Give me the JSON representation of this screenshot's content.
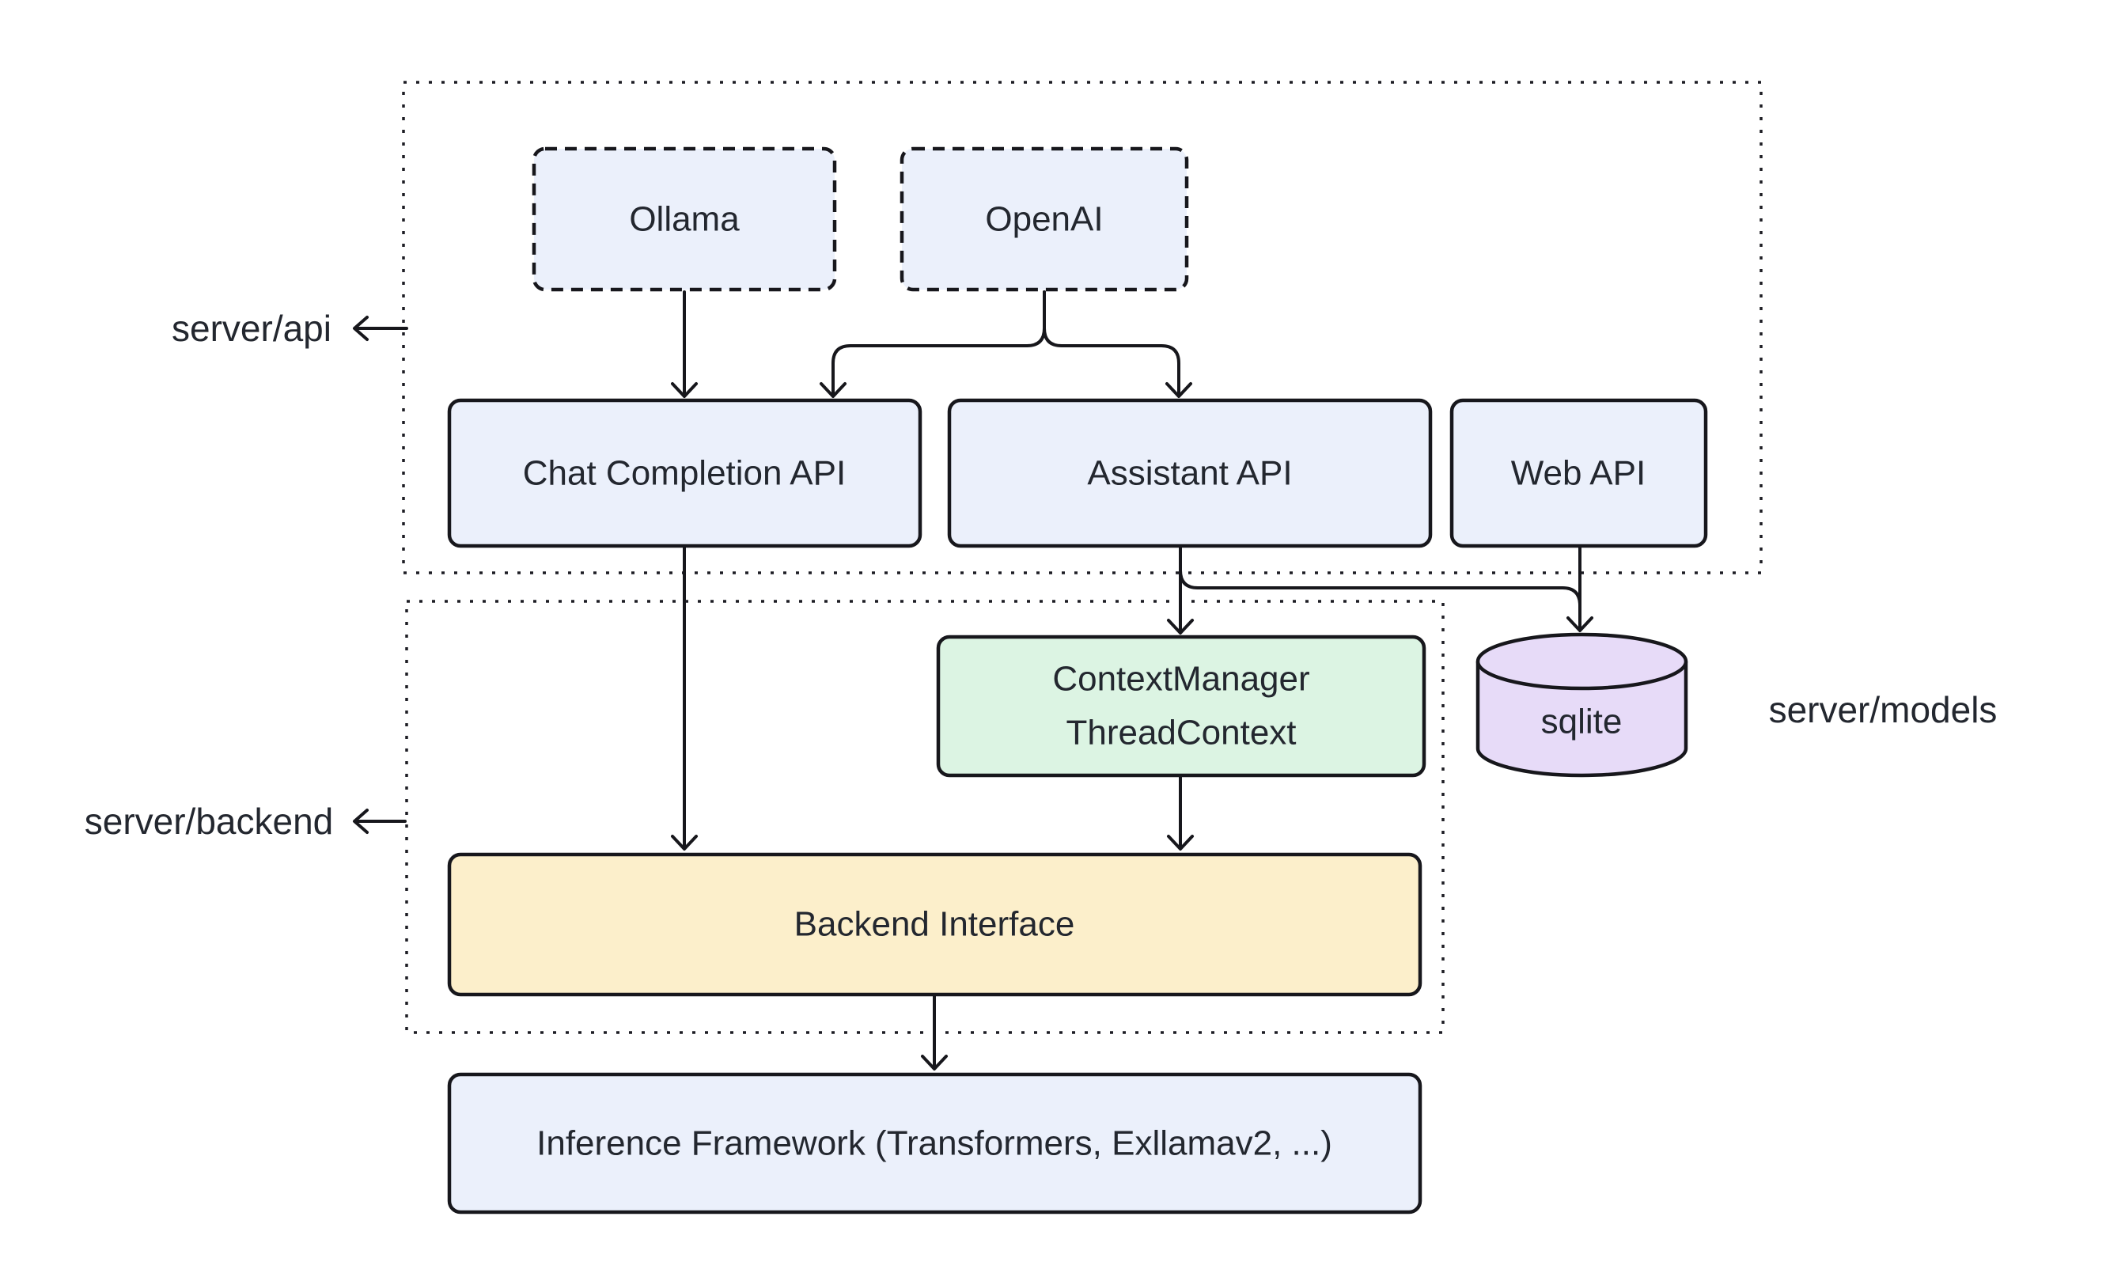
{
  "diagram": {
    "labels": {
      "api": "server/api",
      "backend": "server/backend",
      "models": "server/models"
    },
    "nodes": {
      "ollama": {
        "label": "Ollama"
      },
      "openai": {
        "label": "OpenAI"
      },
      "chat_completion_api": {
        "label": "Chat Completion API"
      },
      "assistant_api": {
        "label": "Assistant API"
      },
      "web_api": {
        "label": "Web API"
      },
      "context_manager": {
        "label_line1": "ContextManager",
        "label_line2": "ThreadContext"
      },
      "sqlite": {
        "label": "sqlite"
      },
      "backend_interface": {
        "label": "Backend Interface"
      },
      "inference_framework": {
        "label": "Inference Framework (Transformers, Exllamav2, ...)"
      }
    },
    "edges": [
      {
        "from": "Ollama",
        "to": "Chat Completion API"
      },
      {
        "from": "OpenAI",
        "to": "Chat Completion API"
      },
      {
        "from": "OpenAI",
        "to": "Assistant API"
      },
      {
        "from": "Assistant API",
        "to": "ContextManager ThreadContext"
      },
      {
        "from": "Assistant API",
        "to": "sqlite"
      },
      {
        "from": "Web API",
        "to": "sqlite"
      },
      {
        "from": "Chat Completion API",
        "to": "Backend Interface"
      },
      {
        "from": "ContextManager ThreadContext",
        "to": "Backend Interface"
      },
      {
        "from": "Backend Interface",
        "to": "Inference Framework (Transformers, Exllamav2, ...)"
      }
    ],
    "colors": {
      "node_blue": "#ebf0fb",
      "node_green": "#dcf4e3",
      "node_yellow": "#fcefcb",
      "node_purple": "#e7dbf8",
      "stroke": "#17171c",
      "text": "#23272f",
      "background": "#ffffff"
    }
  }
}
